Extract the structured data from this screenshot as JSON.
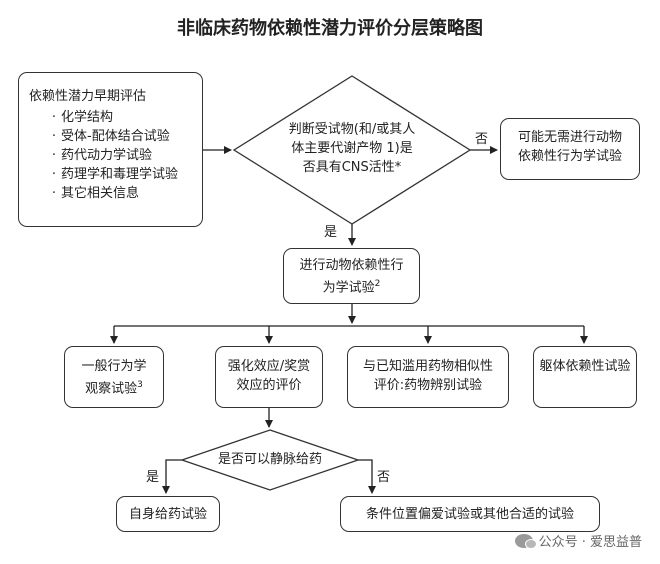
{
  "title": "非临床药物依赖性潜力评价分层策略图",
  "early_eval": {
    "heading": "依赖性潜力早期评估",
    "items": [
      "化学结构",
      "受体-配体结合试验",
      "药代动力学试验",
      "药理学和毒理学试验",
      "其它相关信息"
    ]
  },
  "decision_cns": {
    "line1": "判断受试物(和/或其人",
    "line2": "体主要代谢产物 1)是",
    "line3": "否具有CNS活性*"
  },
  "no_animal": {
    "line1": "可能无需进行动物",
    "line2": "依赖性行为学试验"
  },
  "animal_tests": {
    "line1": "进行动物依赖性行",
    "line2": "为学试验",
    "sup": "2"
  },
  "labels": {
    "no1": "否",
    "yes1": "是",
    "yes2": "是",
    "no2": "否"
  },
  "tests": {
    "general": {
      "line1": "一般行为学",
      "line2": "观察试验",
      "sup": "3"
    },
    "reinforce": {
      "line1": "强化效应/奖赏",
      "line2": "效应的评价"
    },
    "discrim": {
      "line1": "与已知滥用药物相似性",
      "line2": "评价:药物辨别试验"
    },
    "physical": {
      "line1": "躯体依赖性试验"
    }
  },
  "decision_iv": {
    "text": "是否可以静脉给药"
  },
  "self_admin": {
    "text": "自身给药试验"
  },
  "cpp": {
    "text": "条件位置偏爱试验或其他合适的试验"
  },
  "watermark": {
    "text": "公众号 · 爱思益普",
    "icon": "wechat-icon"
  }
}
